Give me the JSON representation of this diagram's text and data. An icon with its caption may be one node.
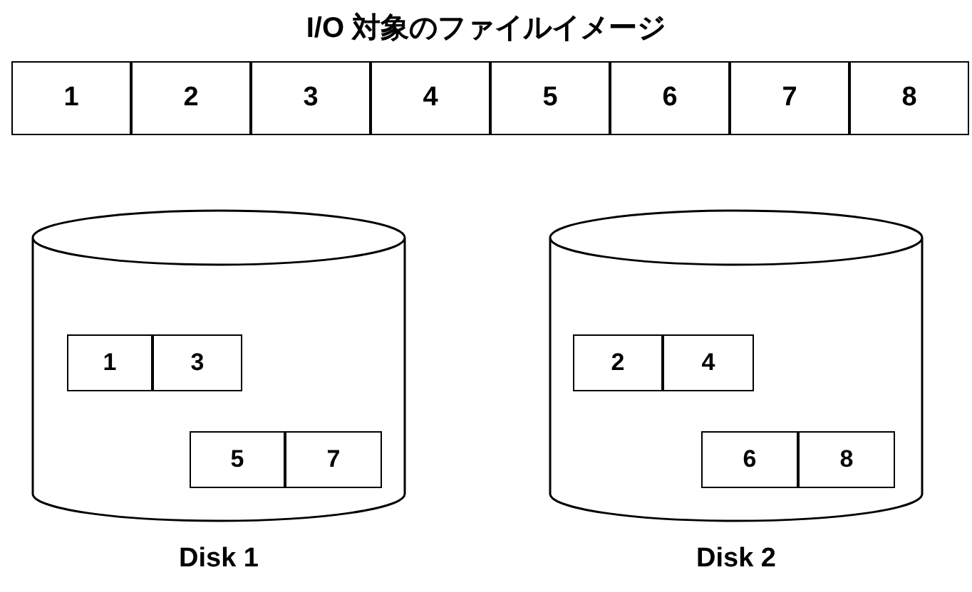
{
  "diagram": {
    "title": "I/O 対象のファイルイメージ",
    "nodes": [
      {
        "text": [
          "1"
        ]
      },
      {
        "text": [
          "2"
        ]
      },
      {
        "text": [
          "3"
        ]
      },
      {
        "text": [
          "4"
        ]
      },
      {
        "text": [
          "5"
        ]
      },
      {
        "text": [
          "6"
        ]
      },
      {
        "text": [
          "7"
        ]
      },
      {
        "text": [
          "8"
        ]
      },
      {
        "text": [],
        "shape": "cylinder",
        "beside": [
          "Disk 1"
        ]
      },
      {
        "text": [
          "1"
        ],
        "in": 8
      },
      {
        "text": [
          "3"
        ],
        "in": 8
      },
      {
        "text": [
          "5"
        ],
        "in": 8
      },
      {
        "text": [
          "7"
        ],
        "in": 8
      },
      {
        "text": [],
        "shape": "cylinder",
        "beside": [
          "Disk 2"
        ]
      },
      {
        "text": [
          "2"
        ],
        "in": 13
      },
      {
        "text": [
          "4"
        ],
        "in": 13
      },
      {
        "text": [
          "6"
        ],
        "in": 13
      },
      {
        "text": [
          "8"
        ],
        "in": 13
      }
    ],
    "edges": []
  }
}
